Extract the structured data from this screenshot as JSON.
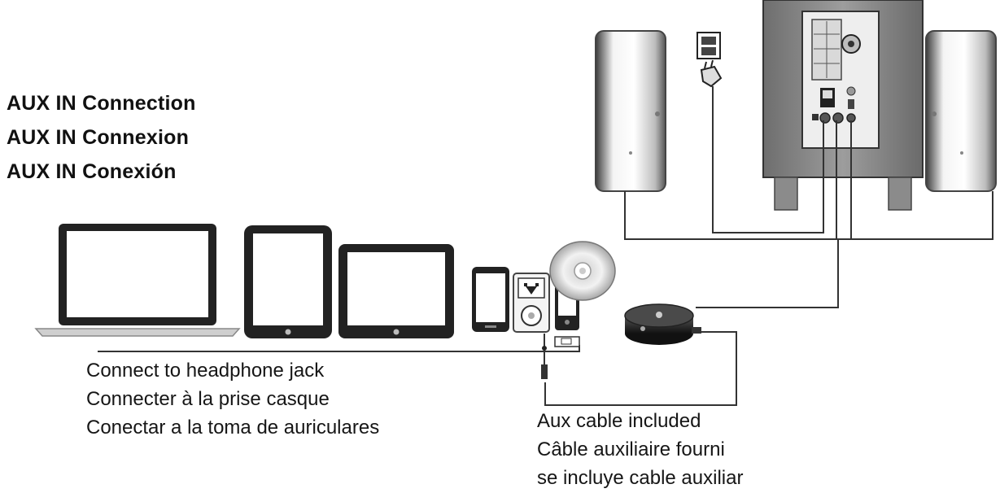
{
  "headings": [
    "AUX IN Connection",
    "AUX IN Connexion",
    "AUX IN Conexión"
  ],
  "headphone_notes": [
    "Connect to headphone jack",
    "Connecter à la prise casque",
    "Conectar a la toma de auriculares"
  ],
  "cable_notes": [
    "Aux cable included",
    "Câble auxiliaire fourni",
    "se incluye cable auxiliar"
  ],
  "colors": {
    "text": "#111111",
    "outline": "#222222",
    "cable": "#333333",
    "subwoofer": "#8a8a8a"
  },
  "icons": [
    "laptop-icon",
    "tablet-icon",
    "tablet-landscape-icon",
    "smartphone-icon",
    "mp3-player-icon",
    "portable-player-icon",
    "cd-icon",
    "power-outlet-icon",
    "power-plug-icon",
    "left-speaker-icon",
    "subwoofer-icon",
    "right-speaker-icon",
    "control-pod-icon"
  ]
}
